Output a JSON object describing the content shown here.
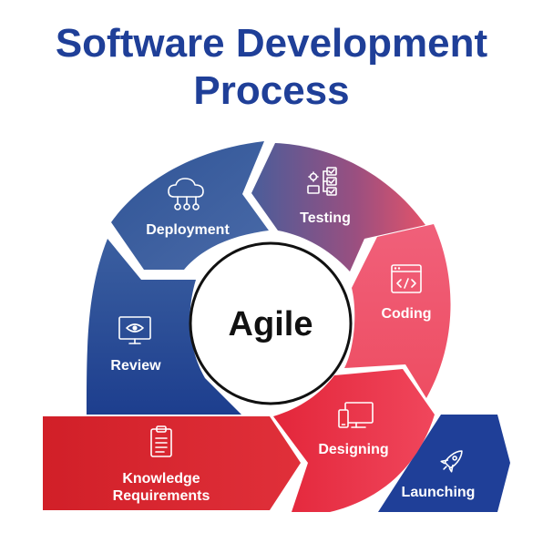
{
  "title": {
    "line1": "Software Development",
    "line2": "Process"
  },
  "center": {
    "label": "Agile"
  },
  "stages": {
    "deployment": {
      "label": "Deployment",
      "icon": "cloud-network-icon",
      "color": "#3b5f9c"
    },
    "testing": {
      "label": "Testing",
      "icon": "checklist-icon",
      "color": "#7a4f8a"
    },
    "coding": {
      "label": "Coding",
      "icon": "code-window-icon",
      "color": "#f05a6a"
    },
    "designing": {
      "label": "Designing",
      "icon": "devices-icon",
      "color": "#e63342"
    },
    "review": {
      "label": "Review",
      "icon": "monitor-eye-icon",
      "color": "#2a4d92"
    },
    "knowledge": {
      "label_line1": "Knowledge",
      "label_line2": "Requirements",
      "icon": "clipboard-icon",
      "color": "#d8222b"
    },
    "launching": {
      "label": "Launching",
      "icon": "rocket-icon",
      "color": "#1f3f98"
    }
  }
}
